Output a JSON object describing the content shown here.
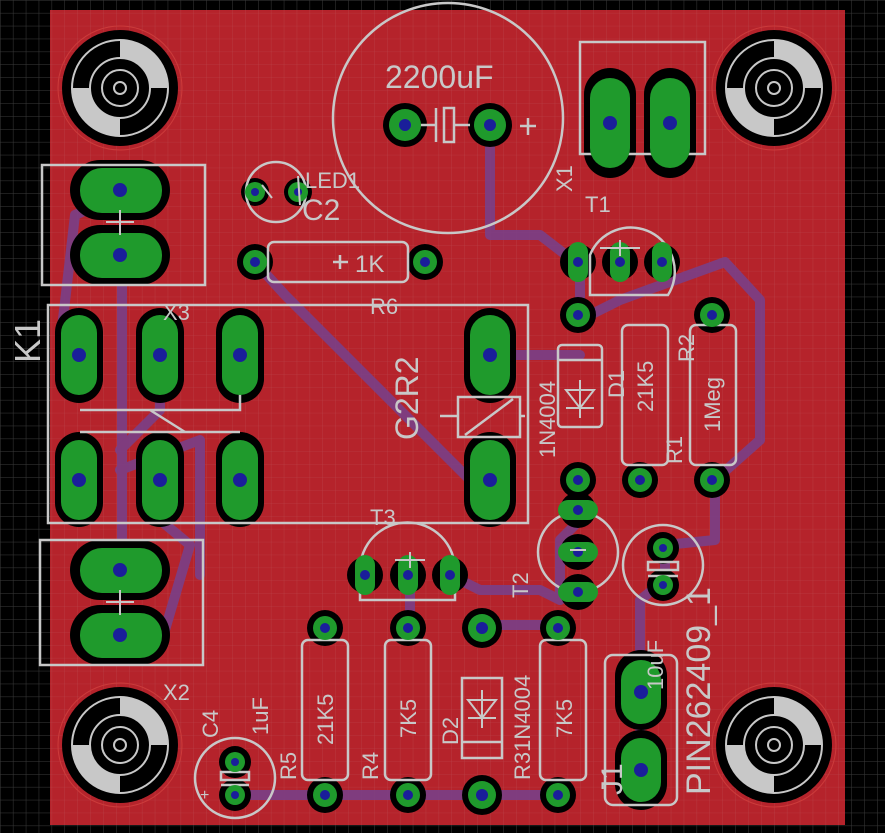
{
  "colors": {
    "background": "#000000",
    "grid": "#3a3a3a",
    "copper": "#b5232b",
    "pad": "#1f9a2c",
    "drill": "#1a1e9a",
    "silk": "#c8c8c8",
    "trace": "#7b3f86",
    "outline": "#cc2b2b"
  },
  "labels": {
    "c_big_value": "2200uF",
    "x1": "X1",
    "t1": "T1",
    "led1": "LED1",
    "c2": "C2",
    "r6_value": "1K",
    "r6": "R6",
    "k1": "K1",
    "x3": "X3",
    "g2r2": "G2R2",
    "d1_part": "1N4004",
    "d1": "D1",
    "r1_value": "21K5",
    "r1": "R1",
    "r2": "R2",
    "r2_value": "1Meg",
    "t3": "T3",
    "t2": "T2",
    "pin": "PIN262409_1",
    "c_small_value": "10uF",
    "x2": "X2",
    "c4": "C4",
    "c4_value": "1uF",
    "r5": "R5",
    "r5_value": "21K5",
    "r4": "R4",
    "r4_value": "7K5",
    "d2": "D2",
    "r3_part": "R31N4004",
    "r3_value": "7K5",
    "j1": "J1"
  }
}
